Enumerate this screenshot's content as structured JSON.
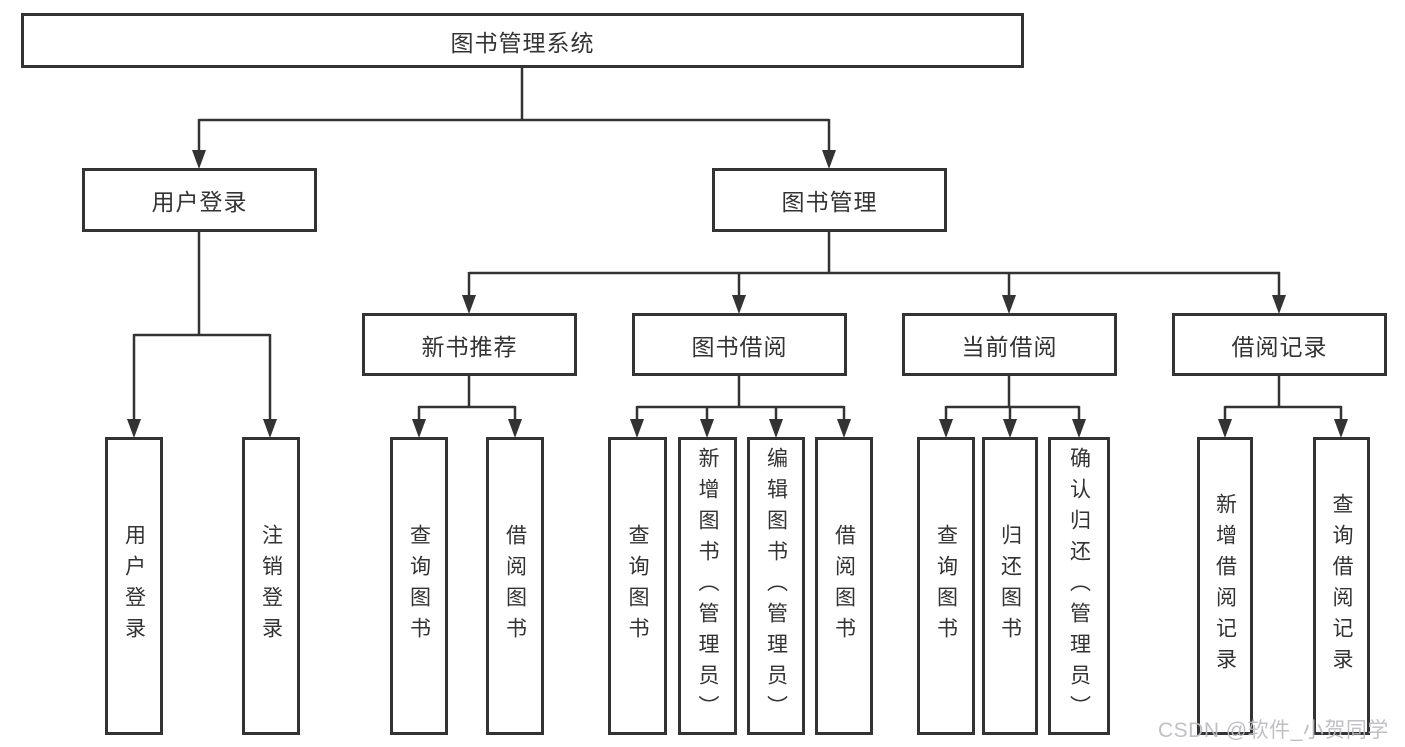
{
  "tree": {
    "root": {
      "label": "图书管理系统"
    },
    "branches": [
      {
        "label": "用户登录",
        "leaves": [
          {
            "label": "用户登录"
          },
          {
            "label": "注销登录"
          }
        ]
      },
      {
        "label": "图书管理",
        "children": [
          {
            "label": "新书推荐",
            "leaves": [
              {
                "label": "查询图书"
              },
              {
                "label": "借阅图书"
              }
            ]
          },
          {
            "label": "图书借阅",
            "leaves": [
              {
                "label": "查询图书"
              },
              {
                "label": "新增图书（管理员）"
              },
              {
                "label": "编辑图书（管理员）"
              },
              {
                "label": "借阅图书"
              }
            ]
          },
          {
            "label": "当前借阅",
            "leaves": [
              {
                "label": "查询图书"
              },
              {
                "label": "归还图书"
              },
              {
                "label": "确认归还（管理员）"
              }
            ]
          },
          {
            "label": "借阅记录",
            "leaves": [
              {
                "label": "新增借阅记录"
              },
              {
                "label": "查询借阅记录"
              }
            ]
          }
        ]
      }
    ]
  },
  "watermark": {
    "text": "CSDN @软件_小贺同学"
  },
  "colors": {
    "line": "#333333",
    "text": "#333333",
    "box_background": "#ffffff",
    "page_background": "#ffffff",
    "watermark": "#babac0"
  }
}
